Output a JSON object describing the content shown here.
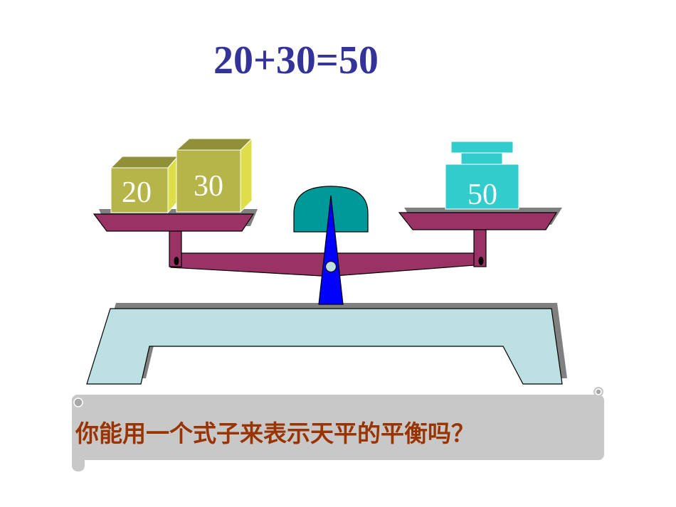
{
  "equation": "20+30=50",
  "weights": {
    "left_small": "20",
    "left_large": "30",
    "right": "50"
  },
  "question": "你能用一个式子来表示天平的平衡吗？",
  "colors": {
    "equation": "#333399",
    "block_face": "#b5b54a",
    "block_top": "#8f9038",
    "block_side": "#dede4a",
    "weight": "#33cccc",
    "pan": "#993366",
    "dome": "#009999",
    "pointer": "#0000ff",
    "base": "#bde0e3",
    "scroll": "#c8c8c8",
    "question": "#993300"
  }
}
